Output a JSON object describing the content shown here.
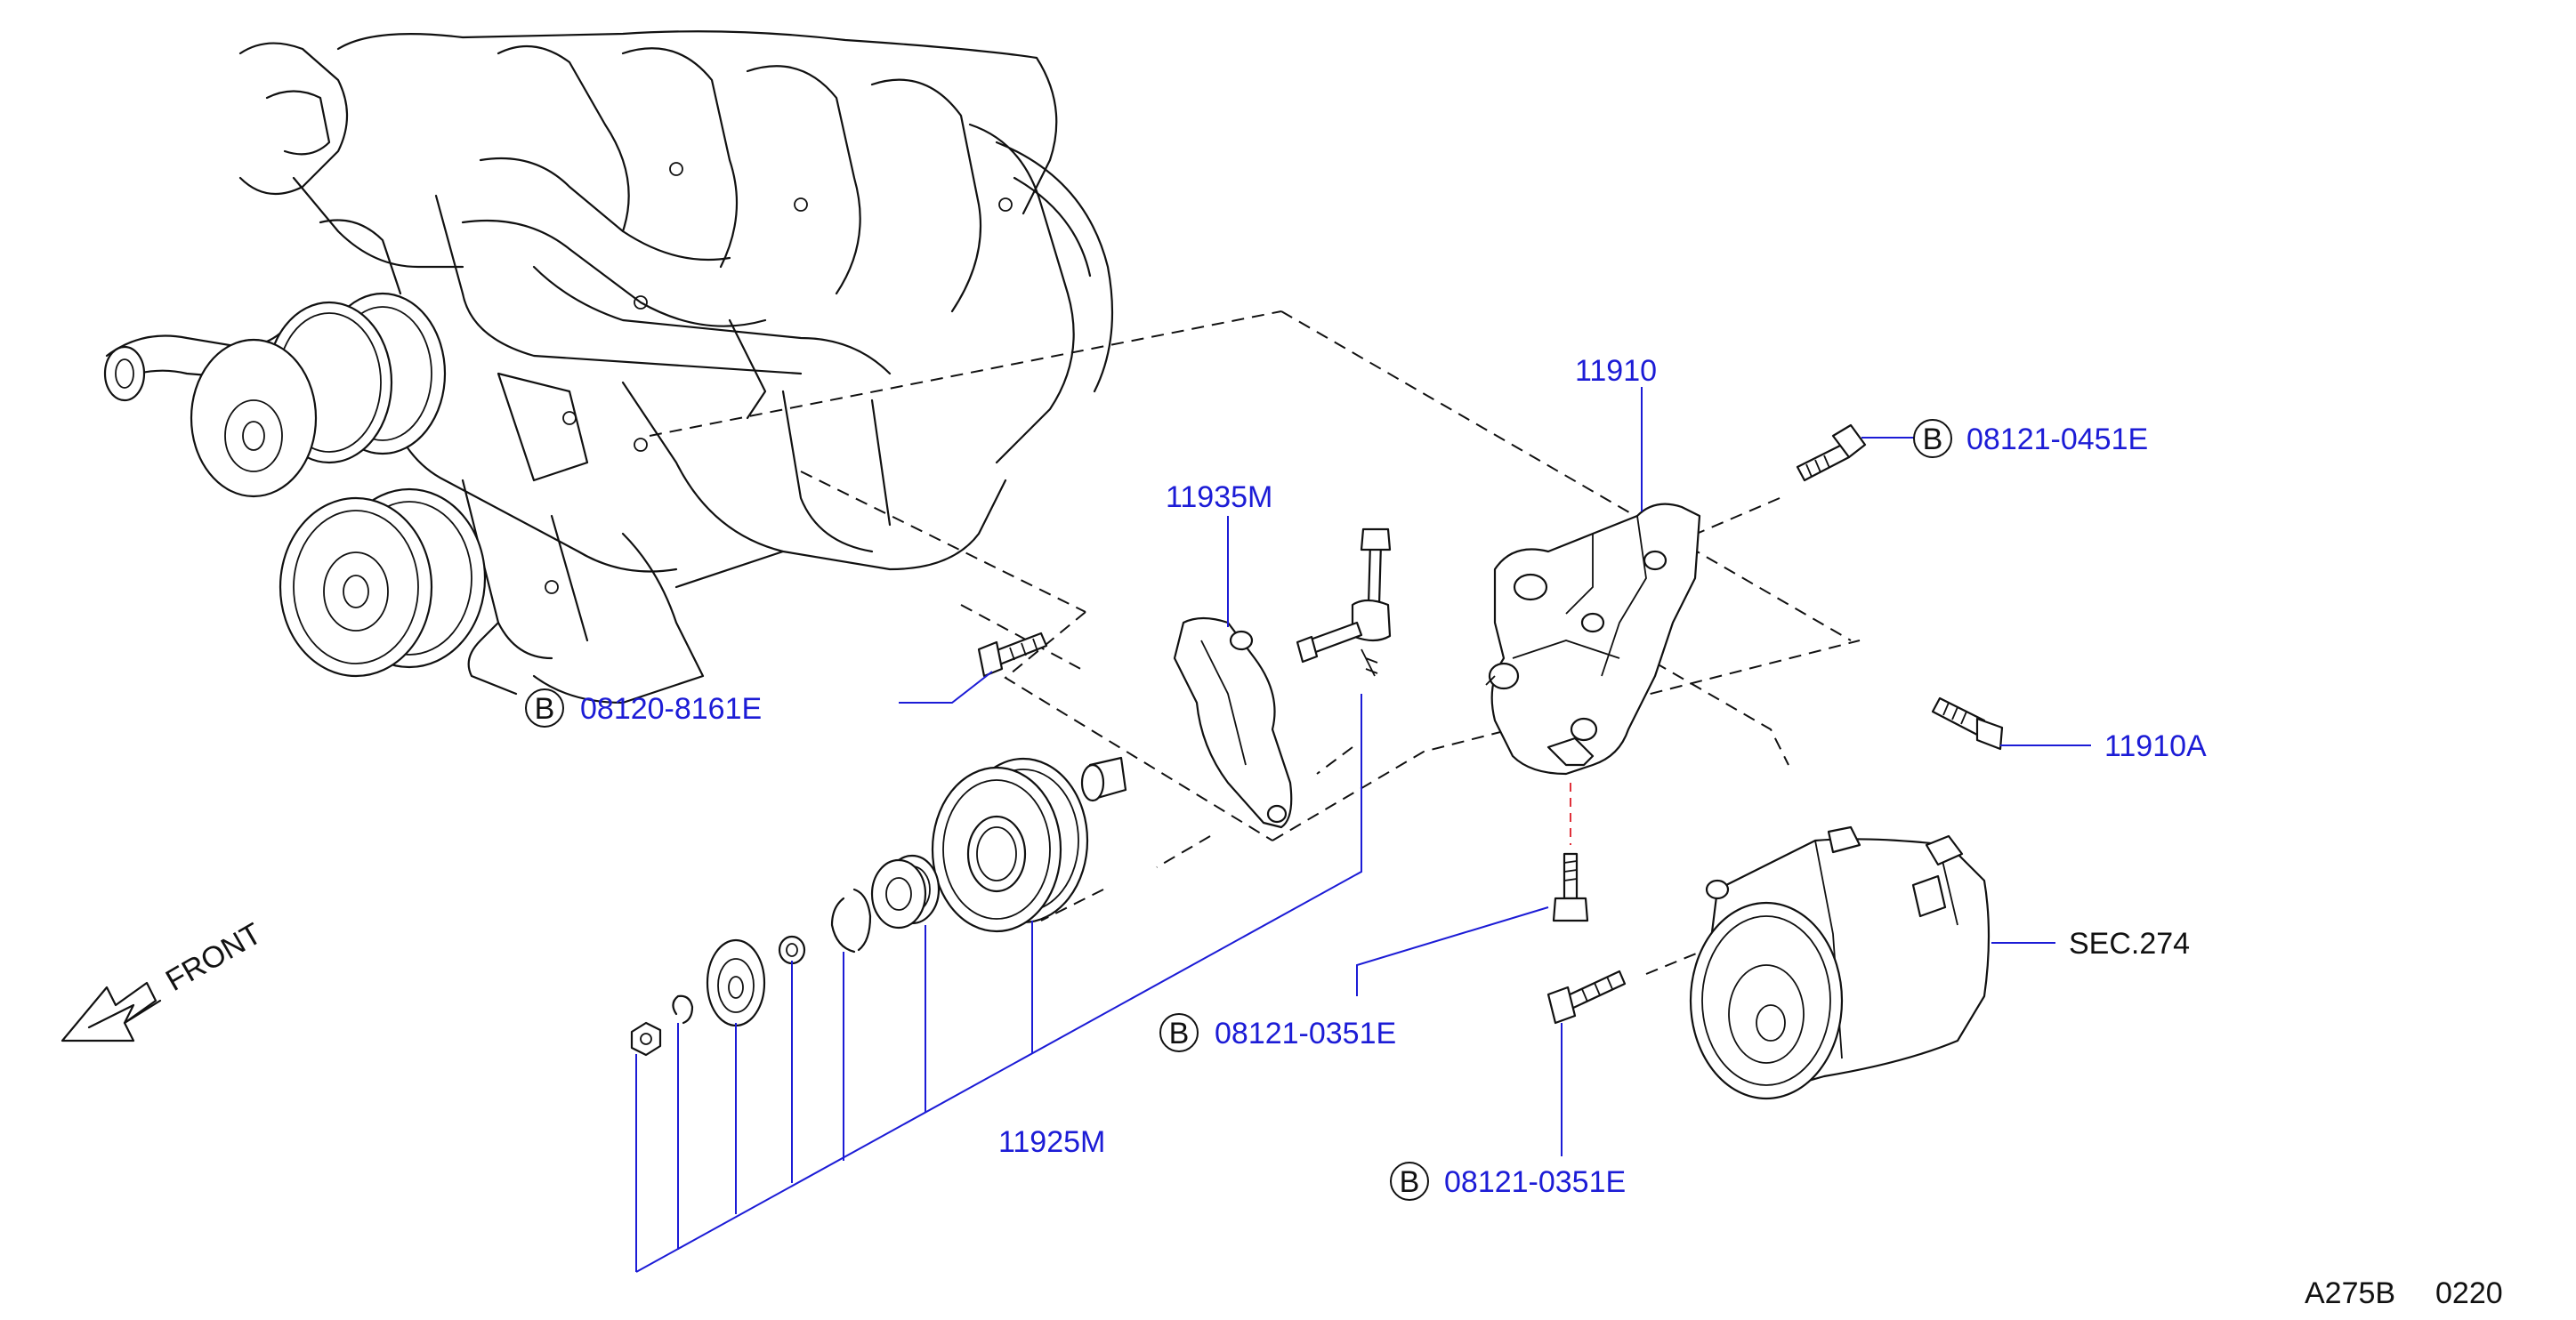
{
  "callouts": {
    "p11910": "11910",
    "p11910_bolt": "08121-0451E",
    "p11935m": "11935M",
    "p08120": "08120-8161E",
    "p11910a": "11910A",
    "sec274": "SEC.274",
    "p08121_mid": "08121-0351E",
    "p08121_low": "08121-0351E",
    "p11925m": "11925M",
    "front": "FRONT",
    "b_marker": "B"
  },
  "footer": {
    "code": "A275B",
    "serial": "0220"
  },
  "colors": {
    "callout": "#1c1cd6",
    "linework": "#111111",
    "hidden_line": "#e0303a"
  }
}
